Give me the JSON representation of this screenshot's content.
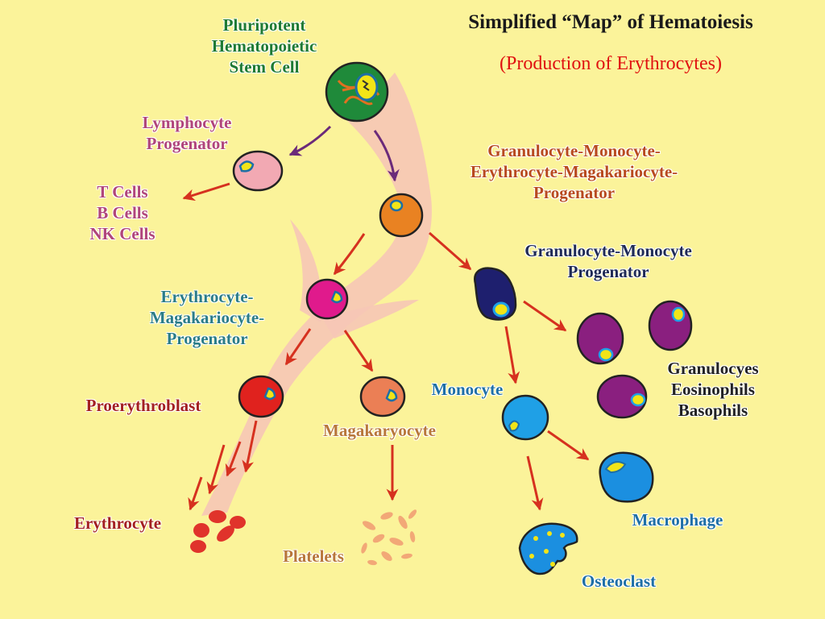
{
  "title": "Simplified “Map” of Hematoiesis",
  "subtitle": "(Production of Erythrocytes)",
  "labels": {
    "stem_cell": [
      "Pluripotent",
      "Hematopoietic",
      "Stem Cell"
    ],
    "lymphocyte_progenitor": [
      "Lymphocyte",
      "Progenator"
    ],
    "lymphocytes": [
      "T  Cells",
      "B  Cells",
      "NK Cells"
    ],
    "gmem_progenitor": [
      "Granulocyte-Monocyte-",
      "Erythrocyte-Magakariocyte-",
      "Progenator"
    ],
    "gm_progenitor": [
      "Granulocyte-Monocyte",
      "Progenator"
    ],
    "em_progenitor": [
      "Erythrocyte-",
      "Magakariocyte-",
      "Progenator"
    ],
    "granulocytes": [
      "Granulocyes",
      "Eosinophils",
      "Basophils"
    ],
    "proerythroblast": "Proerythroblast",
    "monocyte": "Monocyte",
    "megakaryocyte": "Magakaryocyte",
    "macrophage": "Macrophage",
    "erythrocyte": "Erythrocyte",
    "platelets": "Platelets",
    "osteoclast": "Osteoclast"
  },
  "colors": {
    "background": "#FBF39A",
    "pathway": "#F6C6B6",
    "arrow_red": "#D6311F",
    "arrow_purple": "#6B2A7A",
    "stem_cell": "#1F8A3A",
    "lymphocyte_progenitor": "#F2A9B3",
    "gmem_progenitor": "#E98222",
    "em_progenitor": "#E01A8C",
    "gm_progenitor": "#1E1F6E",
    "granulocyte": "#8A1F7F",
    "proerythroblast": "#E0221E",
    "megakaryocyte": "#EB7F55",
    "monocyte": "#1FA0E6",
    "macrophage": "#1B8FE0",
    "osteoclast": "#1B8FE0",
    "erythrocyte": "#E0332B",
    "platelets": "#F2A877",
    "nucleus": "#F2E417"
  }
}
